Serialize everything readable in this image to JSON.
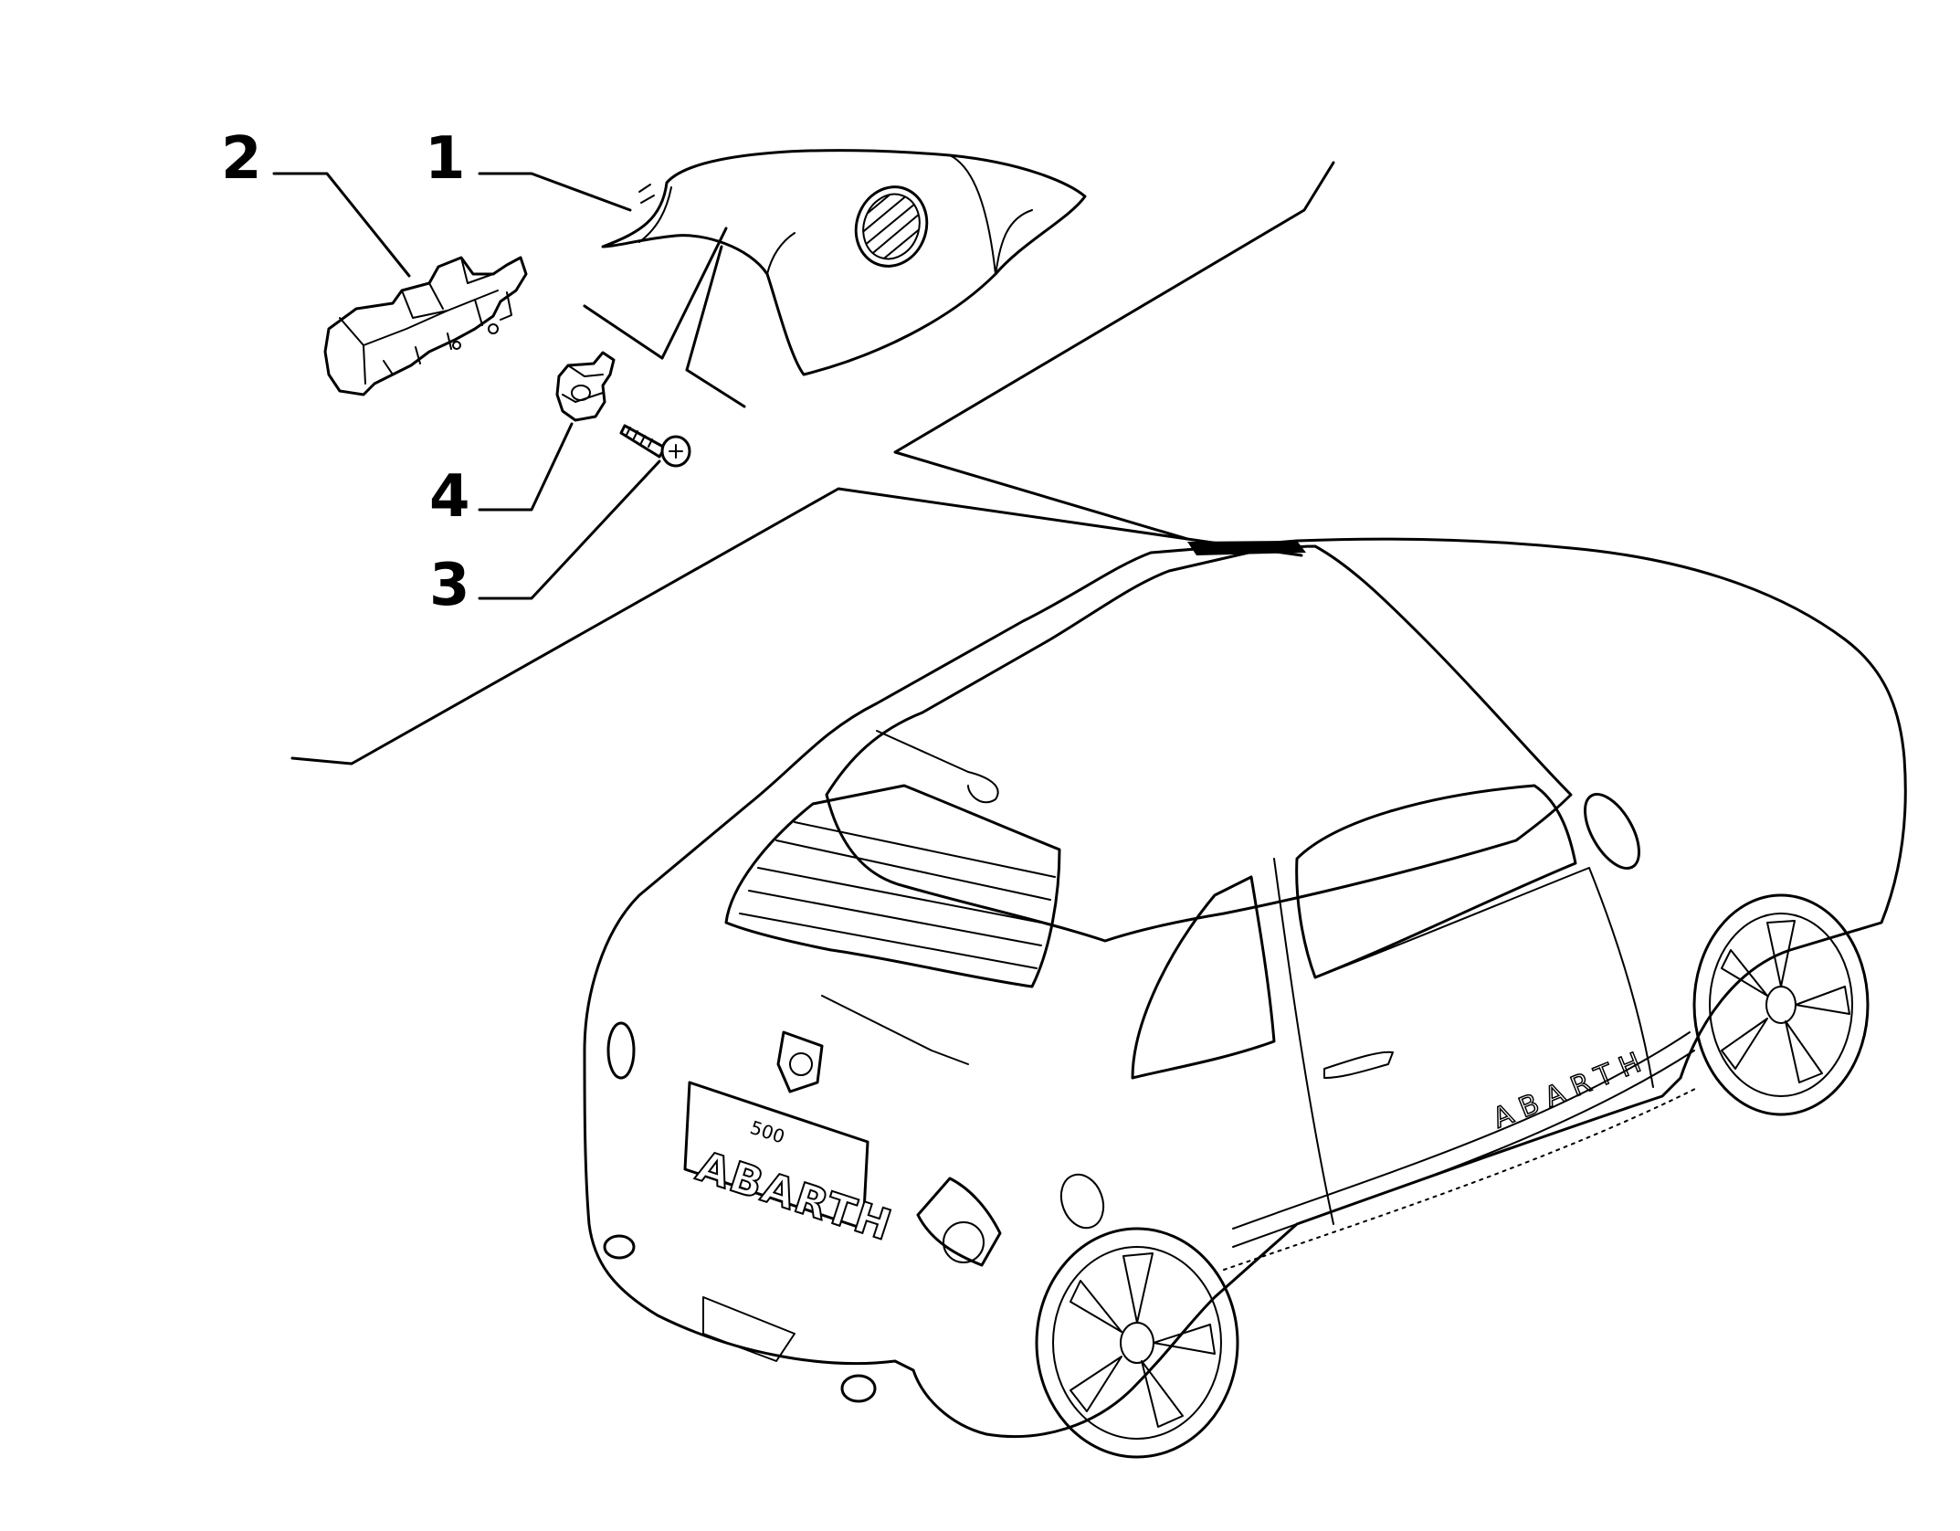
{
  "callouts": [
    {
      "id": "1",
      "label": "1"
    },
    {
      "id": "2",
      "label": "2"
    },
    {
      "id": "3",
      "label": "3"
    },
    {
      "id": "4",
      "label": "4"
    }
  ],
  "car": {
    "rear_badge": "ABARTH",
    "side_stripe": "ABARTH",
    "small_badge": "500"
  }
}
